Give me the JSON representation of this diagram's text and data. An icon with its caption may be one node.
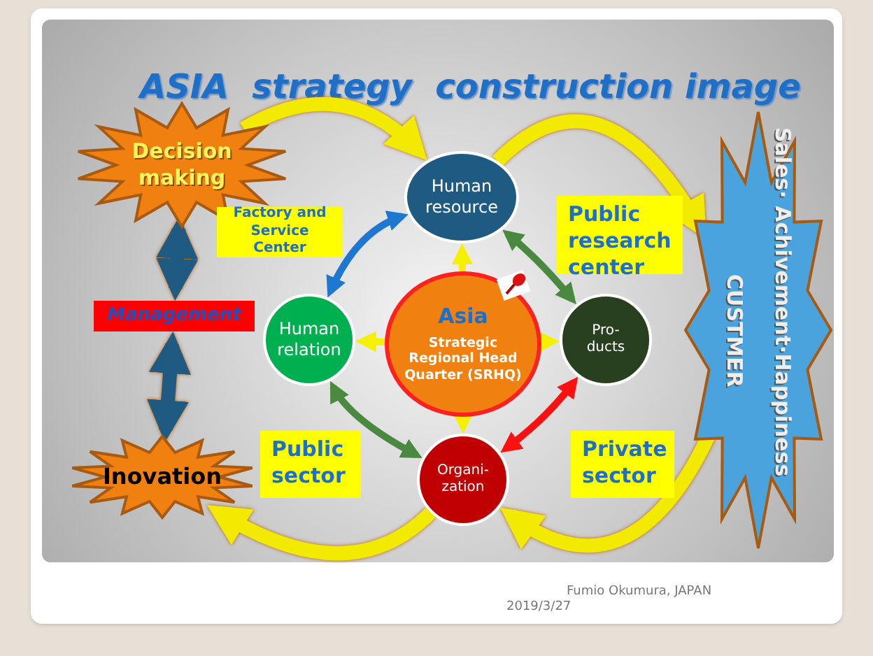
{
  "diagram": {
    "title": "ASIA  strategy  construction image",
    "nodes": [
      {
        "text": [
          "Decision making"
        ]
      },
      {
        "text": [
          "Management"
        ]
      },
      {
        "text": [
          "Inovation"
        ]
      },
      {
        "text": [
          "Human resource"
        ]
      },
      {
        "text": [
          "Human relation"
        ]
      },
      {
        "text": [
          "Asia",
          "Strategic Regional Head Quarter (SRHQ)"
        ]
      },
      {
        "text": [
          "Pro- ducts"
        ]
      },
      {
        "text": [
          "Organi- zation"
        ]
      },
      {
        "text": [
          "Sales· Achivement·Happiness",
          "CUSTMER"
        ]
      }
    ],
    "edges": [
      {
        "from": 0,
        "to": 1,
        "arrow": "both",
        "style": "thick",
        "color": "#1f5a82"
      },
      {
        "from": 1,
        "to": 2,
        "arrow": "both",
        "style": "thick",
        "color": "#1f5a82"
      },
      {
        "from": 0,
        "to": 3,
        "arrow": "to",
        "style": "thick",
        "color": "#f2ea00"
      },
      {
        "from": 3,
        "to": 8,
        "arrow": "to",
        "style": "thick",
        "color": "#f2ea00"
      },
      {
        "from": 8,
        "to": 7,
        "arrow": "to",
        "style": "thick",
        "color": "#f2ea00"
      },
      {
        "from": 7,
        "to": 2,
        "arrow": "to",
        "style": "thick",
        "color": "#f2ea00"
      },
      {
        "from": 3,
        "to": 4,
        "arrow": "both",
        "color": "#1e78d0"
      },
      {
        "from": 3,
        "to": 6,
        "arrow": "both",
        "color": "#4a8a40"
      },
      {
        "from": 7,
        "to": 4,
        "arrow": "both",
        "color": "#4a8a40"
      },
      {
        "from": 7,
        "to": 6,
        "arrow": "both",
        "color": "#ff1010"
      },
      {
        "from": 5,
        "to": 3,
        "arrow": "to",
        "color": "#f5f000"
      },
      {
        "from": 5,
        "to": 4,
        "arrow": "to",
        "color": "#f5f000"
      },
      {
        "from": 5,
        "to": 6,
        "arrow": "to",
        "color": "#f5f000"
      },
      {
        "from": 5,
        "to": 7,
        "arrow": "to",
        "color": "#f5f000"
      }
    ],
    "labels": [
      "Factory and Service Center",
      "Public research center",
      "Public sector",
      "Private sector",
      "Fumio Okumura, JAPAN",
      "2019/3/27"
    ]
  }
}
